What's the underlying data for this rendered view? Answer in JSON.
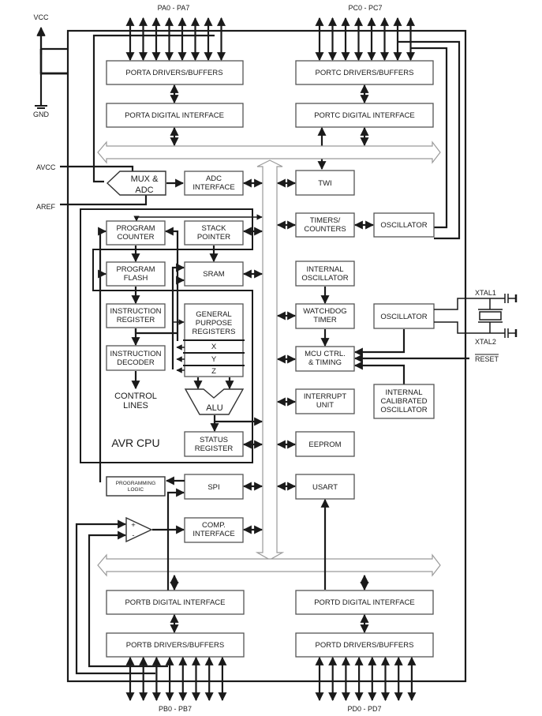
{
  "diagram": {
    "title": "AVR Block Diagram",
    "power": {
      "vcc": "VCC",
      "gnd": "GND",
      "avcc": "AVCC",
      "aref": "AREF"
    },
    "ports": {
      "porta_pins": "PA0 - PA7",
      "portc_pins": "PC0 - PC7",
      "portb_pins": "PB0 - PB7",
      "portd_pins": "PD0 - PD7"
    },
    "blocks": {
      "porta_drivers": "PORTA DRIVERS/BUFFERS",
      "porta_digital": "PORTA DIGITAL INTERFACE",
      "portc_drivers": "PORTC DRIVERS/BUFFERS",
      "portc_digital": "PORTC DIGITAL INTERFACE",
      "mux_adc": [
        "MUX &",
        "ADC"
      ],
      "adc_interface": [
        "ADC",
        "INTERFACE"
      ],
      "twi": "TWI",
      "program_counter": [
        "PROGRAM",
        "COUNTER"
      ],
      "stack_pointer": [
        "STACK",
        "POINTER"
      ],
      "timers_counters": [
        "TIMERS/",
        "COUNTERS"
      ],
      "oscillator_timer": "OSCILLATOR",
      "program_flash": [
        "PROGRAM",
        "FLASH"
      ],
      "sram": "SRAM",
      "internal_oscillator": [
        "INTERNAL",
        "OSCILLATOR"
      ],
      "instruction_register": [
        "INSTRUCTION",
        "REGISTER"
      ],
      "general_purpose_registers": [
        "GENERAL",
        "PURPOSE",
        "REGISTERS"
      ],
      "reg_x": "X",
      "reg_y": "Y",
      "reg_z": "Z",
      "watchdog_timer": [
        "WATCHDOG",
        "TIMER"
      ],
      "oscillator_xtal": "OSCILLATOR",
      "instruction_decoder": [
        "INSTRUCTION",
        "DECODER"
      ],
      "mcu_ctrl": [
        "MCU CTRL.",
        "& TIMING"
      ],
      "control_lines": [
        "CONTROL",
        "LINES"
      ],
      "alu": "ALU",
      "interrupt_unit": [
        "INTERRUPT",
        "UNIT"
      ],
      "internal_calibrated_oscillator": [
        "INTERNAL",
        "CALIBRATED",
        "OSCILLATOR"
      ],
      "avr_cpu": "AVR CPU",
      "status_register": [
        "STATUS",
        "REGISTER"
      ],
      "eeprom": "EEPROM",
      "programming_logic": [
        "PROGRAMMING",
        "LOGIC"
      ],
      "spi": "SPI",
      "usart": "USART",
      "comparator_plus": "+",
      "comparator_minus": "-",
      "comp_interface": [
        "COMP.",
        "INTERFACE"
      ],
      "portb_digital": "PORTB DIGITAL INTERFACE",
      "portb_drivers": "PORTB DRIVERS/BUFFERS",
      "portd_digital": "PORTD DIGITAL INTERFACE",
      "portd_drivers": "PORTD DRIVERS/BUFFERS"
    },
    "external": {
      "xtal1": "XTAL1",
      "xtal2": "XTAL2",
      "reset": "RESET"
    }
  }
}
